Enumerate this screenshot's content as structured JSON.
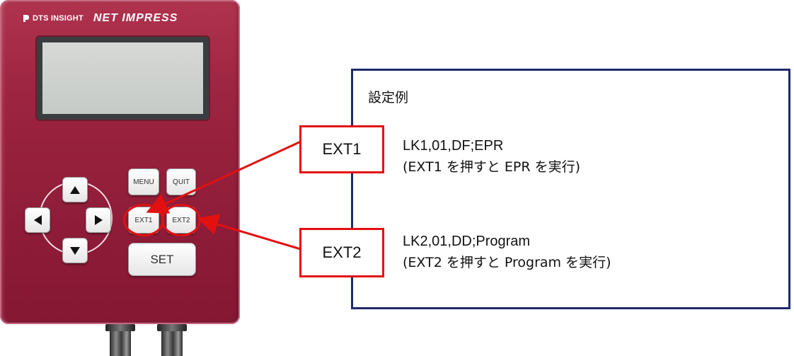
{
  "device": {
    "brand_logo": "DTS INSIGHT",
    "brand_name": "NET IMPRESS",
    "keys": {
      "menu": "MENU",
      "quit": "QUIT",
      "ext1": "EXT1",
      "ext2": "EXT2",
      "set": "SET"
    },
    "accent_color": "#9c2440"
  },
  "callouts": {
    "ext1_label": "EXT1",
    "ext2_label": "EXT2",
    "highlight_color": "#e21010"
  },
  "panel": {
    "title": "設定例",
    "border_color": "#1f2a6b",
    "example1": {
      "line1": "LK1,01,DF;EPR",
      "line2": "(EXT1 を押すと EPR を実行)"
    },
    "example2": {
      "line1": "LK2,01,DD;Program",
      "line2": "(EXT2 を押すと Program を実行)"
    }
  }
}
